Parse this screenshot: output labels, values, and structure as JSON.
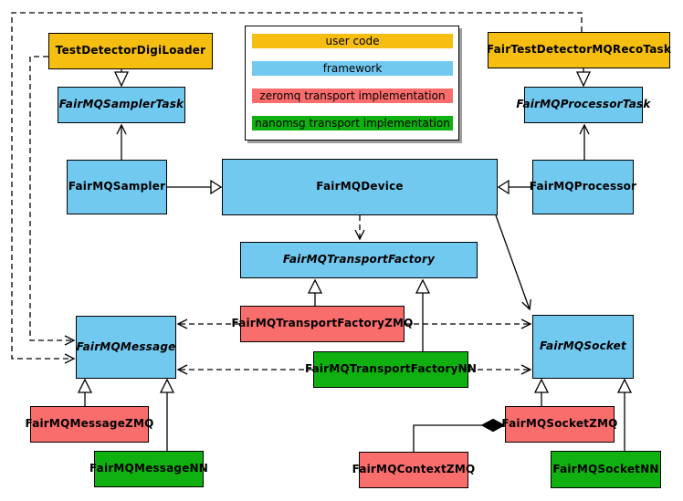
{
  "legend": {
    "items": [
      {
        "label": "user code",
        "color": "#F6BE10"
      },
      {
        "label": "framework",
        "color": "#72C9F0"
      },
      {
        "label": "zeromq transport implementation",
        "color": "#FA6D6D"
      },
      {
        "label": "nanomsg transport implementation",
        "color": "#0FB00F"
      }
    ]
  },
  "nodes": {
    "digi_loader": {
      "label": "TestDetectorDigiLoader",
      "category": "user code",
      "abstract": false
    },
    "reco_task": {
      "label": "FairTestDetectorMQRecoTask",
      "category": "user code",
      "abstract": false
    },
    "sampler_task": {
      "label": "FairMQSamplerTask",
      "category": "framework",
      "abstract": true
    },
    "processor_task": {
      "label": "FairMQProcessorTask",
      "category": "framework",
      "abstract": true
    },
    "sampler": {
      "label": "FairMQSampler",
      "category": "framework",
      "abstract": false
    },
    "device": {
      "label": "FairMQDevice",
      "category": "framework",
      "abstract": false
    },
    "processor": {
      "label": "FairMQProcessor",
      "category": "framework",
      "abstract": false
    },
    "transport_factory": {
      "label": "FairMQTransportFactory",
      "category": "framework",
      "abstract": true
    },
    "transport_factory_zmq": {
      "label": "FairMQTransportFactoryZMQ",
      "category": "zeromq transport implementation",
      "abstract": false
    },
    "transport_factory_nn": {
      "label": "FairMQTransportFactoryNN",
      "category": "nanomsg transport implementation",
      "abstract": false
    },
    "message": {
      "label": "FairMQMessage",
      "category": "framework",
      "abstract": true
    },
    "socket": {
      "label": "FairMQSocket",
      "category": "framework",
      "abstract": true
    },
    "message_zmq": {
      "label": "FairMQMessageZMQ",
      "category": "zeromq transport implementation",
      "abstract": false
    },
    "message_nn": {
      "label": "FairMQMessageNN",
      "category": "nanomsg transport implementation",
      "abstract": false
    },
    "context_zmq": {
      "label": "FairMQContextZMQ",
      "category": "zeromq transport implementation",
      "abstract": false
    },
    "socket_zmq": {
      "label": "FairMQSocketZMQ",
      "category": "zeromq transport implementation",
      "abstract": false
    },
    "socket_nn": {
      "label": "FairMQSocketNN",
      "category": "nanomsg transport implementation",
      "abstract": false
    }
  },
  "edges": [
    {
      "from": "TestDetectorDigiLoader",
      "to": "FairMQSamplerTask",
      "type": "inheritance",
      "style": "solid"
    },
    {
      "from": "FairTestDetectorMQRecoTask",
      "to": "FairMQProcessorTask",
      "type": "inheritance",
      "style": "solid"
    },
    {
      "from": "FairMQSampler",
      "to": "FairMQSamplerTask",
      "type": "association",
      "style": "solid"
    },
    {
      "from": "FairMQProcessor",
      "to": "FairMQProcessorTask",
      "type": "association",
      "style": "solid"
    },
    {
      "from": "FairMQSampler",
      "to": "FairMQDevice",
      "type": "inheritance",
      "style": "solid"
    },
    {
      "from": "FairMQProcessor",
      "to": "FairMQDevice",
      "type": "inheritance",
      "style": "solid"
    },
    {
      "from": "FairMQDevice",
      "to": "FairMQTransportFactory",
      "type": "dependency",
      "style": "dashed"
    },
    {
      "from": "FairMQDevice",
      "to": "FairMQSocket",
      "type": "association",
      "style": "solid"
    },
    {
      "from": "FairMQTransportFactoryZMQ",
      "to": "FairMQTransportFactory",
      "type": "inheritance",
      "style": "solid"
    },
    {
      "from": "FairMQTransportFactoryNN",
      "to": "FairMQTransportFactory",
      "type": "inheritance",
      "style": "solid"
    },
    {
      "from": "FairMQTransportFactoryZMQ",
      "to": "FairMQMessage",
      "type": "dependency",
      "style": "dashed"
    },
    {
      "from": "FairMQTransportFactoryZMQ",
      "to": "FairMQSocket",
      "type": "dependency",
      "style": "dashed"
    },
    {
      "from": "FairMQTransportFactoryNN",
      "to": "FairMQMessage",
      "type": "dependency",
      "style": "dashed"
    },
    {
      "from": "FairMQTransportFactoryNN",
      "to": "FairMQSocket",
      "type": "dependency",
      "style": "dashed"
    },
    {
      "from": "TestDetectorDigiLoader",
      "to": "FairMQMessage",
      "type": "dependency",
      "style": "dashed"
    },
    {
      "from": "FairTestDetectorMQRecoTask",
      "to": "FairMQMessage",
      "type": "dependency",
      "style": "dashed"
    },
    {
      "from": "FairMQMessageZMQ",
      "to": "FairMQMessage",
      "type": "inheritance",
      "style": "solid"
    },
    {
      "from": "FairMQMessageNN",
      "to": "FairMQMessage",
      "type": "inheritance",
      "style": "solid"
    },
    {
      "from": "FairMQSocketZMQ",
      "to": "FairMQSocket",
      "type": "inheritance",
      "style": "solid"
    },
    {
      "from": "FairMQSocketNN",
      "to": "FairMQSocket",
      "type": "inheritance",
      "style": "solid"
    },
    {
      "from": "FairMQContextZMQ",
      "to": "FairMQSocketZMQ",
      "type": "composition",
      "style": "solid"
    }
  ],
  "colors": {
    "user_code": "#F6BE10",
    "framework": "#72C9F0",
    "zeromq": "#FA6D6D",
    "nanomsg": "#0FB00F",
    "line": "#000000",
    "background": "#FFFFFF",
    "legend_shadow": "#9E9E9E"
  }
}
